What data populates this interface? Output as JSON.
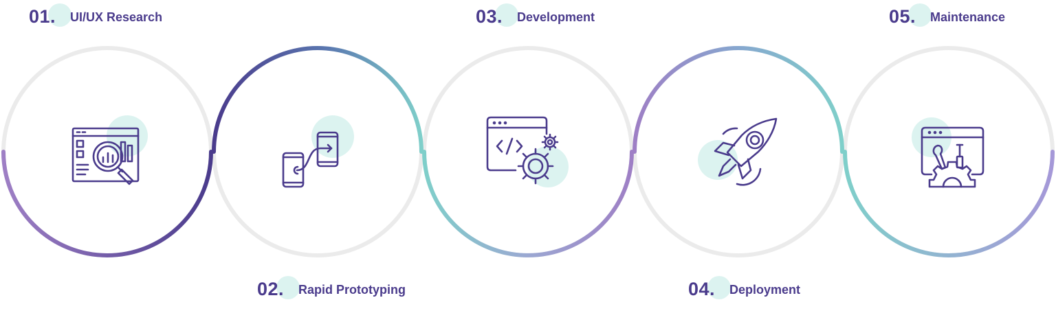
{
  "colors": {
    "ring_gray": "#ebebeb",
    "purple_dark": "#4a3b8c",
    "purple_light": "#9e7fc5",
    "teal": "#7fcfca",
    "mint": "#dcf3f0",
    "icon_stroke": "#4a3b8c"
  },
  "steps": [
    {
      "number": "01.",
      "title": "UI/UX Research",
      "icon": "research-analytics-icon"
    },
    {
      "number": "02.",
      "title": "Rapid Prototyping",
      "icon": "phone-prototype-icon"
    },
    {
      "number": "03.",
      "title": "Development",
      "icon": "code-gears-icon"
    },
    {
      "number": "04.",
      "title": "Deployment",
      "icon": "rocket-icon"
    },
    {
      "number": "05.",
      "title": "Maintenance",
      "icon": "maintenance-tools-icon"
    }
  ]
}
